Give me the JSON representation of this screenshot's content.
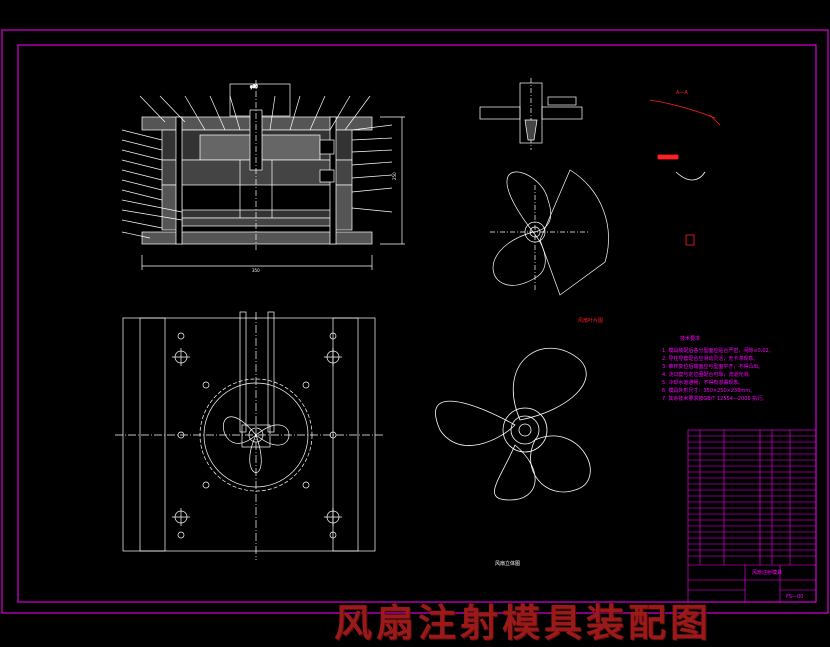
{
  "drawing_title": "风扇注射模具装配图",
  "labels": {
    "top_dimension": "φ80",
    "bottom_dimension": "350",
    "side_dimension": "250",
    "section_view_label": "风扇叶片图",
    "product_view_label": "风扇立体图",
    "tech_requirements_title": "技术要求",
    "detail_label": "A—A",
    "title_block_name": "风扇注射模具",
    "title_block_drawing_no": "FS—00"
  },
  "tech_requirements": [
    "1. 模具装配后各分型面应贴合严密，间隙≤0.02。",
    "2. 导柱导套配合应滑动灵活，无卡滞现象。",
    "3. 推杆复位后端面应与型面平齐，不得凸出。",
    "4. 浇口套与定位圈配合可靠，流道光滑。",
    "5. 冷却水道通畅，不得有渗漏现象。",
    "6. 模具外形尺寸：350×250×238mm。",
    "7. 其余技术要求按GB/T 12554—2006 执行。"
  ],
  "colors": {
    "background": "#000000",
    "frame": "#ff00ff",
    "lines": "#ffffff",
    "text_red": "#ff2020",
    "title": "#9a1a1a"
  }
}
